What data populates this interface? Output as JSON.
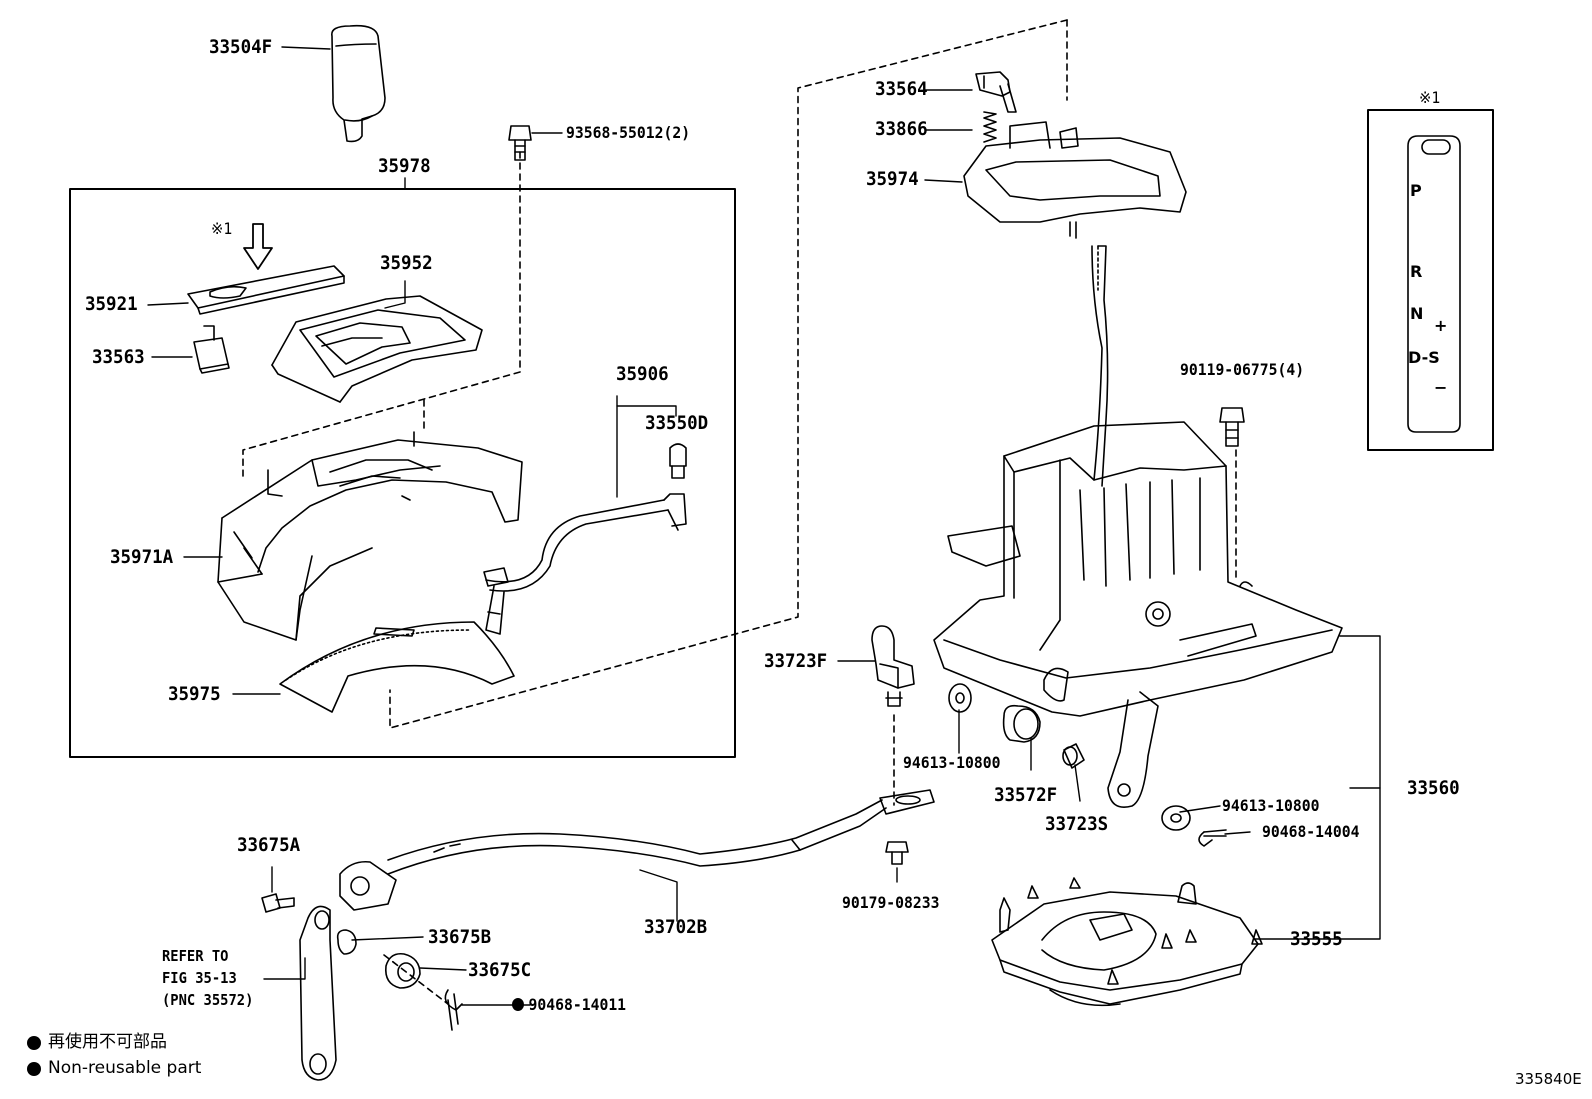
{
  "parts": {
    "p33504F": "33504F",
    "p93568": "93568-55012(2)",
    "p35978": "35978",
    "p35921": "35921",
    "p35952": "35952",
    "p33563": "33563",
    "p35906": "35906",
    "p33550D": "33550D",
    "p35971A": "35971A",
    "p35975": "35975",
    "p33564": "33564",
    "p33866": "33866",
    "p35974": "35974",
    "p90119": "90119-06775(4)",
    "p33723F": "33723F",
    "p94613a": "94613-10800",
    "p33572F": "33572F",
    "p33723S": "33723S",
    "p33560": "33560",
    "p94613b": "94613-10800",
    "p90468_14004": "90468-14004",
    "p33675A": "33675A",
    "p33702B": "33702B",
    "p90179": "90179-08233",
    "p33675B": "33675B",
    "p33675C": "33675C",
    "p90468_14011": "90468-14011",
    "p33555": "33555"
  },
  "reference": {
    "line1": "REFER TO",
    "line2": "FIG 35-13",
    "line3": "(PNC 35572)"
  },
  "note_marks": {
    "inner": "※1",
    "inset": "※1"
  },
  "gate_positions": {
    "p": "P",
    "r": "R",
    "n": "N",
    "ds": "D-S",
    "plus": "+",
    "minus": "−"
  },
  "legend": {
    "jp": "再使用不可部品",
    "en": "Non-reusable part"
  },
  "figure_code": "335840E"
}
